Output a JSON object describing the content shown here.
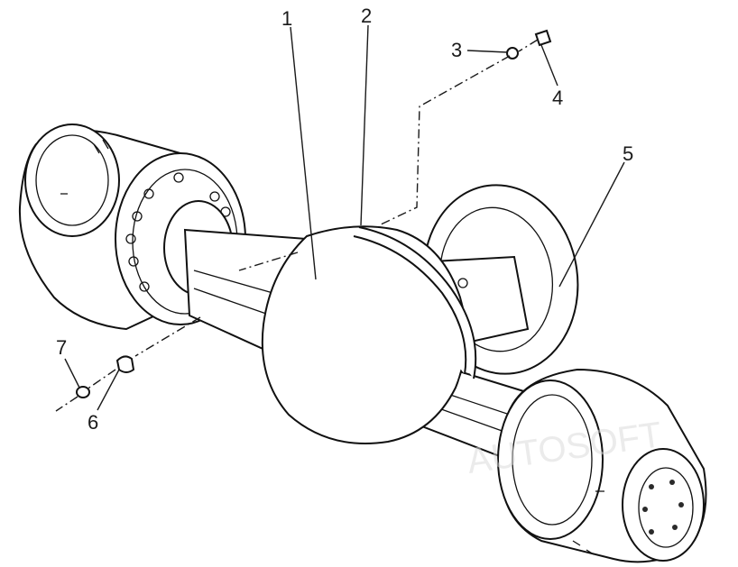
{
  "diagram": {
    "callouts": [
      {
        "id": "1",
        "label": "1"
      },
      {
        "id": "2",
        "label": "2"
      },
      {
        "id": "3",
        "label": "3"
      },
      {
        "id": "4",
        "label": "4"
      },
      {
        "id": "5",
        "label": "5"
      },
      {
        "id": "6",
        "label": "6"
      },
      {
        "id": "7",
        "label": "7"
      }
    ],
    "watermark": "AUTOSOFT"
  },
  "colors": {
    "line": "#111111",
    "background": "#ffffff",
    "stipple": "#2a2a2a"
  }
}
